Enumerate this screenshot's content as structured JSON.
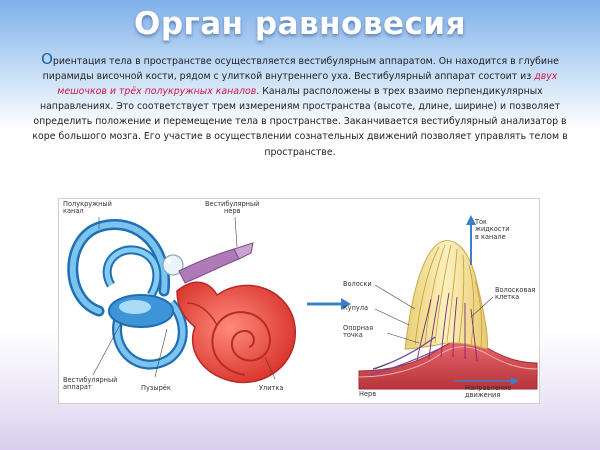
{
  "slide": {
    "title": "Орган равновесия",
    "paragraph": {
      "dropcap": "О",
      "before": "риентация тела в пространстве осуществляется вестибулярным аппаратом. Он находится в глубине пирамиды височной кости, рядом с улиткой внутреннего уха. Вестибулярный аппарат состоит из ",
      "highlight": "двух мешочков и трёх полукружных каналов",
      "after": ". Каналы расположены в трех взаимо перпендикулярных направлениях. Это соответствует трем измерениям пространства (высоте, длине, ширине) и позволяет определить положение и перемещение тела в пространстве. Заканчивается вестибулярный анализатор в коре большого мозга. Его участие в осуществлении сознательных движений позволяет управлять телом в пространстве."
    }
  },
  "figure": {
    "left_labels": {
      "canal_l1": "Полукружный",
      "canal_l2": "канал",
      "nerve_l1": "Вестибулярный",
      "nerve_l2": "нерв",
      "apparatus_l1": "Вестибулярный",
      "apparatus_l2": "аппарат",
      "bubble": "Пузырёк",
      "cochlea": "Улитка"
    },
    "right_labels": {
      "flow_l1": "Ток",
      "flow_l2": "жидкости",
      "flow_l3": "в канале",
      "hairs": "Волоски",
      "cupula": "Купула",
      "support_l1": "Опорная",
      "support_l2": "точка",
      "nerve": "Нерв",
      "hair_cell_l1": "Волосковая",
      "hair_cell_l2": "клетка",
      "direction_l1": "Направление",
      "direction_l2": "движения"
    },
    "colors": {
      "canal_blue": "#2f8fd6",
      "cochlea_red": "#e8443c",
      "nerve_purple": "#b07ab8",
      "cupula_yellow": "#f1dd8e",
      "arrow_blue": "#3a7fc8"
    }
  }
}
